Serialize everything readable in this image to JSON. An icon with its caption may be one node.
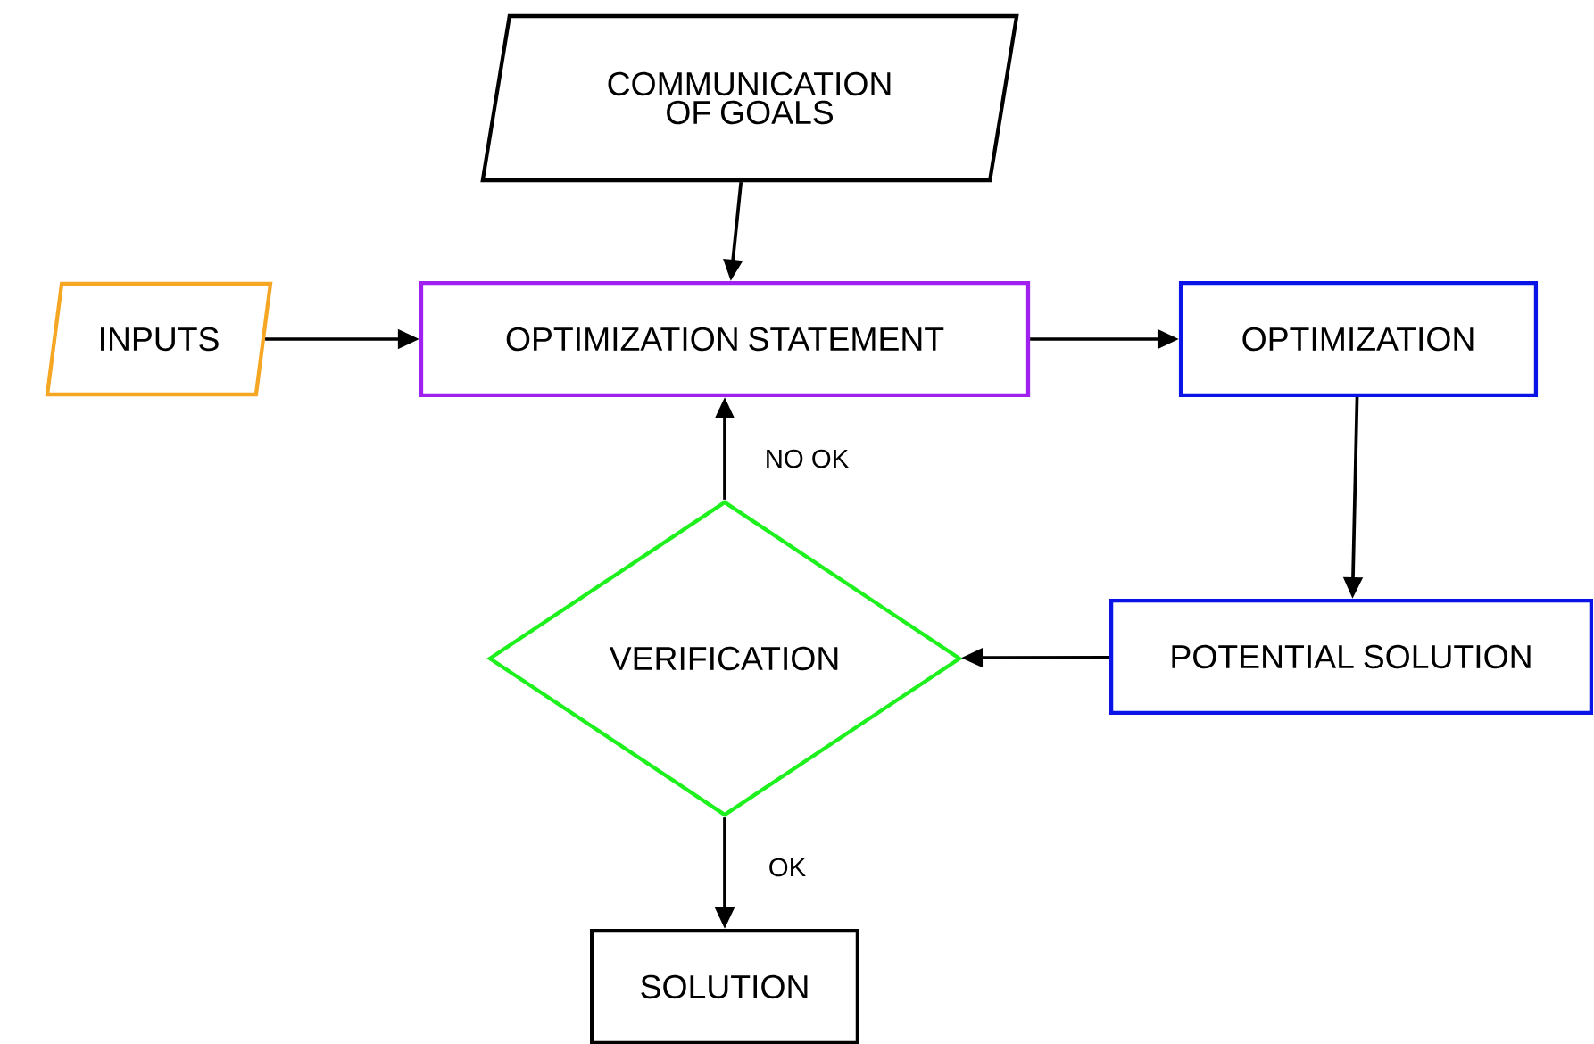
{
  "diagram": {
    "nodes": [
      {
        "text": [
          "COMMUNICATION OF GOALS"
        ]
      },
      {
        "text": [
          "INPUTS"
        ]
      },
      {
        "text": [
          "OPTIMIZATION STATEMENT"
        ]
      },
      {
        "text": [
          "OPTIMIZATION"
        ]
      },
      {
        "text": [
          "VERIFICATION"
        ]
      },
      {
        "text": [
          "POTENTIAL SOLUTION"
        ]
      },
      {
        "text": [
          "SOLUTION"
        ]
      }
    ],
    "edges": [
      {
        "from": 0,
        "to": 2,
        "arrow": "to"
      },
      {
        "from": 1,
        "to": 2,
        "arrow": "to"
      },
      {
        "from": 2,
        "to": 3,
        "arrow": "to"
      },
      {
        "from": 3,
        "to": 5,
        "arrow": "to"
      },
      {
        "from": 5,
        "to": 4,
        "arrow": "to"
      },
      {
        "from": 4,
        "to": 2,
        "arrow": "to",
        "label": "NO OK"
      },
      {
        "from": 4,
        "to": 6,
        "arrow": "to",
        "label": "OK"
      }
    ]
  }
}
